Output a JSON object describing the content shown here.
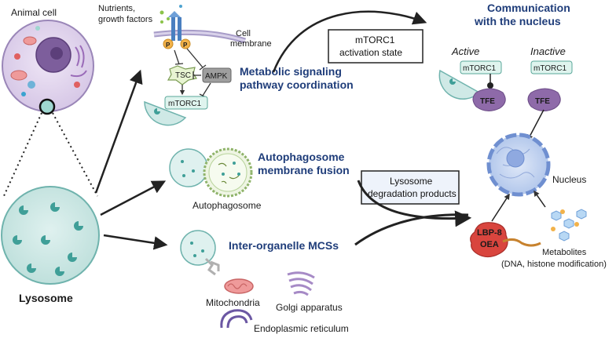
{
  "labels": {
    "animal_cell": "Animal cell",
    "lysosome": "Lysosome",
    "nutrients_line1": "Nutrients,",
    "nutrients_line2": "growth factors",
    "phospho_p": "P",
    "cell_membrane_line1": "Cell",
    "cell_membrane_line2": "membrane",
    "tsc": "TSC",
    "ampk": "AMPK",
    "mtorc1": "mTORC1",
    "metabolic_line1": "Metabolic signaling",
    "metabolic_line2": "pathway coordination",
    "mtorc1_state_line1": "mTORC1",
    "mtorc1_state_line2": "activation state",
    "communication_line1": "Communication",
    "communication_line2": "with the nucleus",
    "active": "Active",
    "inactive": "Inactive",
    "tfe": "TFE",
    "autophagosome_fusion_line1": "Autophagosome",
    "autophagosome_fusion_line2": "membrane fusion",
    "autophagosome": "Autophagosome",
    "lysosome_degradation_line1": "Lysosome",
    "lysosome_degradation_line2": "degradation products",
    "nucleus": "Nucleus",
    "inter_organelle": "Inter-organelle MCSs",
    "mitochondria": "Mitochondria",
    "golgi": "Golgi apparatus",
    "er": "Endoplasmic reticulum",
    "lbp8": "LBP-8",
    "oea": "OEA",
    "metabolites_line1": "Metabolites",
    "metabolites_line2": "(DNA, histone modification)"
  },
  "colors": {
    "header_blue": "#1f3d7a",
    "lysosome_fill": "#cfe9e6",
    "lysosome_stroke": "#6fb3ad",
    "tfe_purple": "#8e6aa9",
    "nucleus_blue": "#a9c2ea",
    "lbp8_red": "#d9453e"
  }
}
